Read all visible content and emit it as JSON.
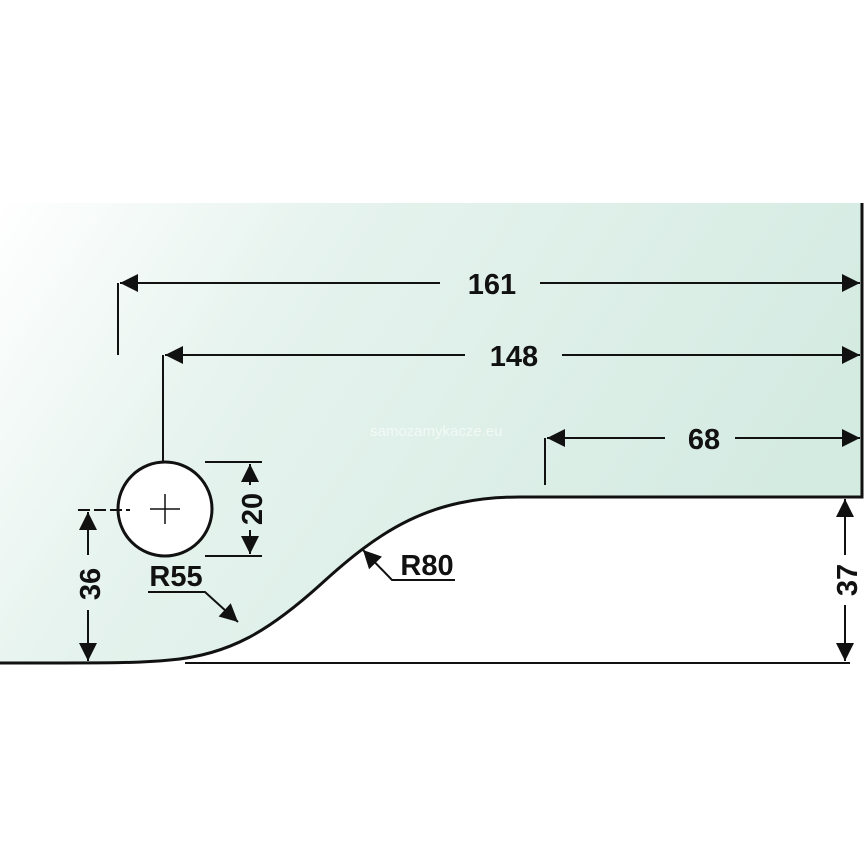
{
  "drawing": {
    "watermark": "samozamykacze.eu",
    "dimensions": {
      "total_length": "161",
      "hole_to_end": "148",
      "flat_top": "68",
      "hole_diameter": "20",
      "hole_height": "36",
      "end_height": "37",
      "radius_small": "R55",
      "radius_large": "R80"
    },
    "colors": {
      "glass_light": "#ffffff",
      "glass_dark": "#cfe8df",
      "line": "#111111"
    }
  }
}
